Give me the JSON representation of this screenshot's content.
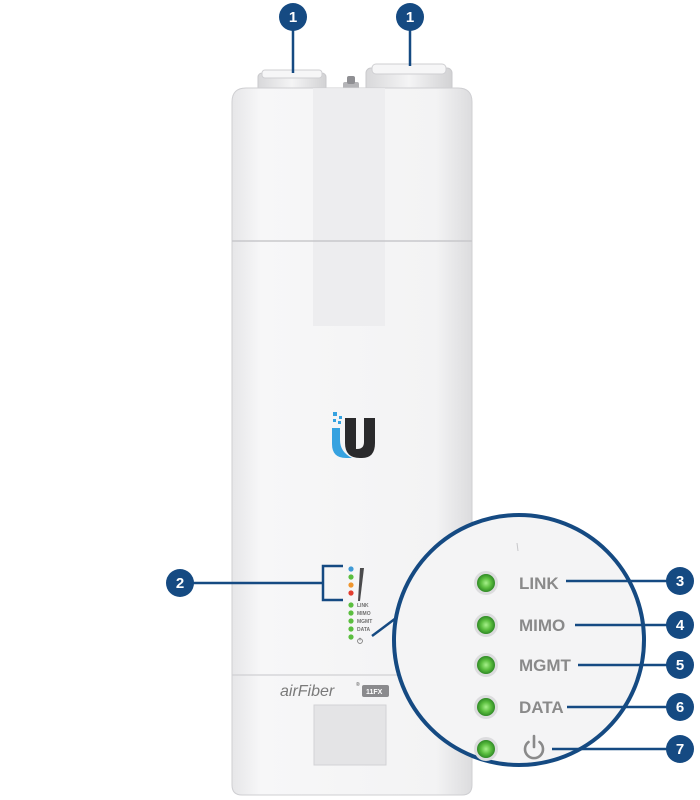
{
  "colors": {
    "callout": "#154a82",
    "led_green": "#5bbe3f",
    "led_blue": "#3f9ad6",
    "led_orange": "#f0962e",
    "led_red": "#e23d2e"
  },
  "connector_callouts": {
    "left": "1",
    "right": "1"
  },
  "bracket_callout": "2",
  "brand": {
    "name": "airFiber",
    "mark": "®",
    "model": "11FX"
  },
  "logo": {
    "icon": "ubiquiti-u-logo-icon"
  },
  "small_led_labels": [
    "LINK",
    "MIMO",
    "MGMT",
    "DATA"
  ],
  "leds": [
    {
      "label": "LINK",
      "callout": "3"
    },
    {
      "label": "MIMO",
      "callout": "4"
    },
    {
      "label": "MGMT",
      "callout": "5"
    },
    {
      "label": "DATA",
      "callout": "6"
    },
    {
      "label": "",
      "icon": "power-icon",
      "callout": "7"
    }
  ]
}
